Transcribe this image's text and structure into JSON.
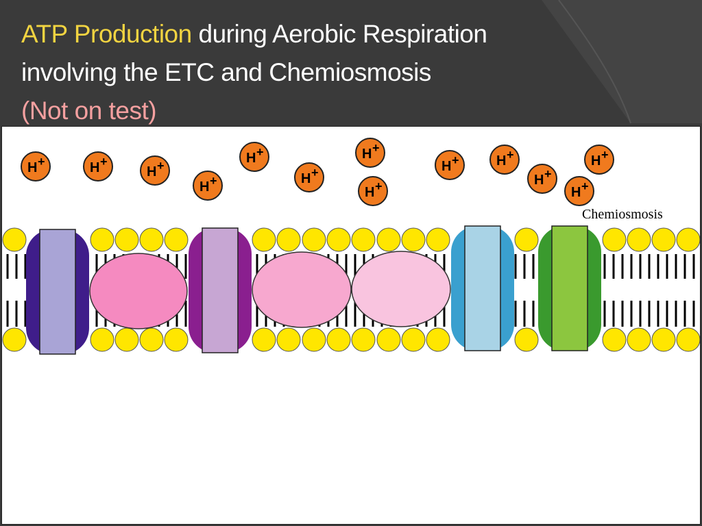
{
  "title": {
    "line1_highlight": "ATP Production",
    "line1_rest": " during Aerobic Respiration",
    "line2": "involving the ETC and Chemiosmosis",
    "line3": "(Not on test)"
  },
  "diagram": {
    "label": "Chemiosmosis",
    "ion_symbol": "H",
    "ion_charge": "+",
    "colors": {
      "title_highlight": "#f2d441",
      "title_note": "#f5a0a0",
      "background": "#3a3a3a",
      "ion_fill": "#f07a1e",
      "lipid_head": "#ffe600",
      "protein_complex_1": "#3f1d8a",
      "protein_complex_2": "#8a1f8f",
      "carrier_1": "#f58ac0",
      "carrier_2": "#f7a8cf",
      "carrier_3": "#f9c4df",
      "protein_complex_3": "#3aa0cf",
      "atp_synthase": "#3a9a2e"
    }
  }
}
